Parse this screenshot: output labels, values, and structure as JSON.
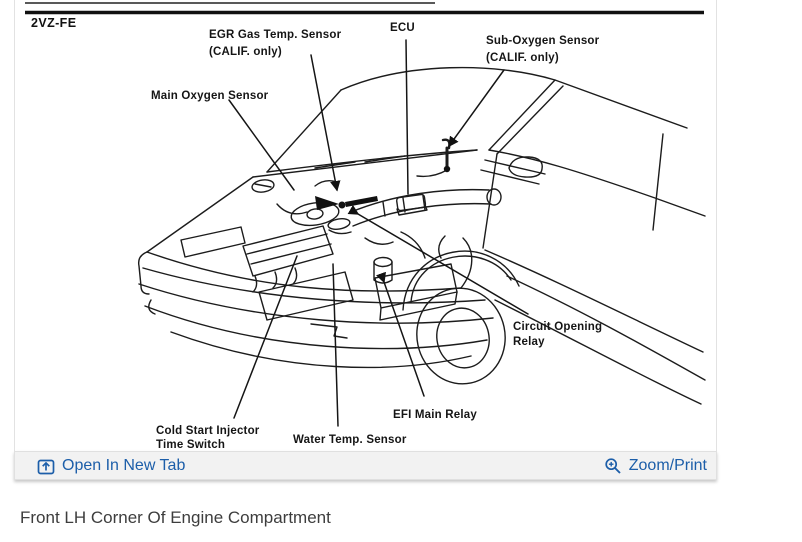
{
  "diagram": {
    "engine_code": "2VZ-FE",
    "labels": {
      "egr": {
        "line1": "EGR Gas Temp. Sensor",
        "line2": "(CALIF. only)"
      },
      "ecu": {
        "line1": "ECU"
      },
      "sub_oxygen": {
        "line1": "Sub-Oxygen Sensor",
        "line2": "(CALIF. only)"
      },
      "main_oxygen": {
        "line1": "Main Oxygen Sensor"
      },
      "circuit_relay": {
        "line1": "Circuit Opening",
        "line2": "Relay"
      },
      "efi_relay": {
        "line1": "EFI Main Relay"
      },
      "cold_start": {
        "line1": "Cold Start Injector",
        "line2": "Time Switch"
      },
      "water_temp": {
        "line1": "Water Temp. Sensor"
      }
    }
  },
  "toolbar": {
    "open_in_new_tab_label": "Open In New Tab",
    "zoom_print_label": "Zoom/Print",
    "link_color": "#1c5ea9",
    "background": "#f2f2f2"
  },
  "caption": {
    "text": "Front LH Corner Of Engine Compartment"
  },
  "colors": {
    "diagram_ink": "#1c1c1c",
    "panel_border": "#e2e2e2",
    "caption_text": "#3d3d3d"
  }
}
